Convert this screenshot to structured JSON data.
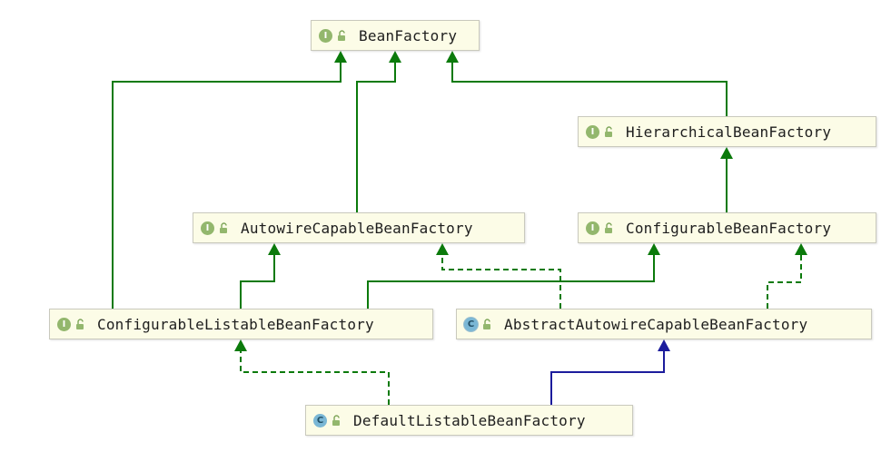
{
  "diagram": {
    "nodes": [
      {
        "id": "bean-factory",
        "kind": "interface",
        "badge": "I",
        "label": "BeanFactory"
      },
      {
        "id": "hierarchical-bean-factory",
        "kind": "interface",
        "badge": "I",
        "label": "HierarchicalBeanFactory"
      },
      {
        "id": "autowire-capable-bean-factory",
        "kind": "interface",
        "badge": "I",
        "label": "AutowireCapableBeanFactory"
      },
      {
        "id": "configurable-bean-factory",
        "kind": "interface",
        "badge": "I",
        "label": "ConfigurableBeanFactory"
      },
      {
        "id": "configurable-listable-bean-factory",
        "kind": "interface",
        "badge": "I",
        "label": "ConfigurableListableBeanFactory"
      },
      {
        "id": "abstract-autowire-capable-bean-factory",
        "kind": "abstract",
        "badge": "C",
        "label": "AbstractAutowireCapableBeanFactory"
      },
      {
        "id": "default-listable-bean-factory",
        "kind": "class",
        "badge": "C",
        "label": "DefaultListableBeanFactory"
      }
    ],
    "edges": [
      {
        "from": "configurable-listable-bean-factory",
        "to": "bean-factory",
        "relation": "extends"
      },
      {
        "from": "autowire-capable-bean-factory",
        "to": "bean-factory",
        "relation": "extends"
      },
      {
        "from": "hierarchical-bean-factory",
        "to": "bean-factory",
        "relation": "extends"
      },
      {
        "from": "configurable-bean-factory",
        "to": "hierarchical-bean-factory",
        "relation": "extends"
      },
      {
        "from": "configurable-listable-bean-factory",
        "to": "autowire-capable-bean-factory",
        "relation": "extends"
      },
      {
        "from": "configurable-listable-bean-factory",
        "to": "configurable-bean-factory",
        "relation": "extends"
      },
      {
        "from": "abstract-autowire-capable-bean-factory",
        "to": "autowire-capable-bean-factory",
        "relation": "implements"
      },
      {
        "from": "abstract-autowire-capable-bean-factory",
        "to": "configurable-bean-factory",
        "relation": "implements"
      },
      {
        "from": "default-listable-bean-factory",
        "to": "configurable-listable-bean-factory",
        "relation": "implements"
      },
      {
        "from": "default-listable-bean-factory",
        "to": "abstract-autowire-capable-bean-factory",
        "relation": "class-extends"
      }
    ]
  },
  "colors": {
    "interface_edge": "#0b7a0b",
    "class_edge": "#1c1c9c",
    "node_fill": "#fcfce7",
    "interface_badge": "#93b76d",
    "class_badge": "#7ab7d5"
  }
}
